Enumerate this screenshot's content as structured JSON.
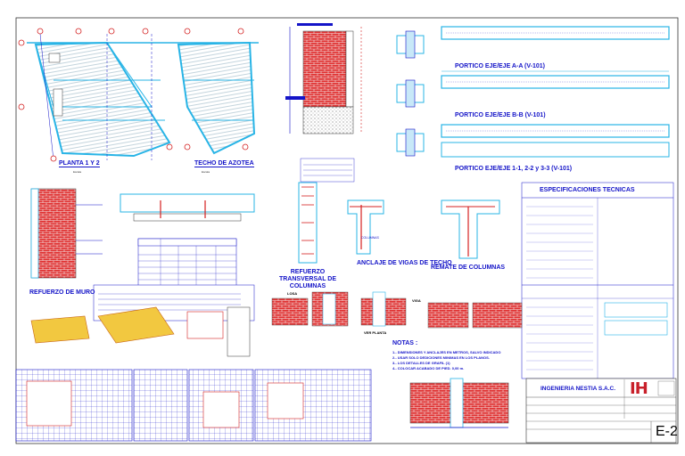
{
  "drawing": {
    "views": {
      "planta": "PLANTA 1 Y 2",
      "techo": "TECHO DE AZOTEA",
      "portico_aa": "PORTICO EJE/EJE A-A (V-101)",
      "portico_bb": "PORTICO EJE/EJE B-B (V-101)",
      "portico_11": "PORTICO EJE/EJE 1-1, 2-2 y 3-3 (V-101)",
      "refuerzo_muro": "REFUERZO DE MURO",
      "refuerzo_transversal": "REFUERZO TRANSVERSAL DE COLUMNAS",
      "anclaje": "ANCLAJE DE VIGAS DE TECHO",
      "remate": "REMATE DE COLUMNAS",
      "especificaciones": "ESPECIFICACIONES TECNICAS"
    },
    "scale_label": "Escala",
    "notes": {
      "title": "NOTAS :",
      "items": [
        "1.- DIMENSIONES Y ANCLAJES EN METROS, SALVO INDICADO",
        "2.- USAR SOLO DEDICIONES MINIMAS EN LOS PLANOS.",
        "3.- LOS DETALLES DE GRAFIL (1)",
        "4.- COLOCAR ACABADO DE PIED. 0,00 m."
      ]
    },
    "title_block": {
      "company": "INGENIERIA NESTIA S.A.C.",
      "logo": "IH",
      "sheet": "E-2"
    },
    "misc": {
      "losa": "LOSA",
      "viga": "VIGA",
      "columnas": "COLUMNAS",
      "ver_planta": "VER PLANTA"
    }
  },
  "colors": {
    "ink_blue": "#1414c8",
    "cyan": "#28b4e6",
    "brick_red": "#d42020",
    "grid_red": "#d42020"
  }
}
